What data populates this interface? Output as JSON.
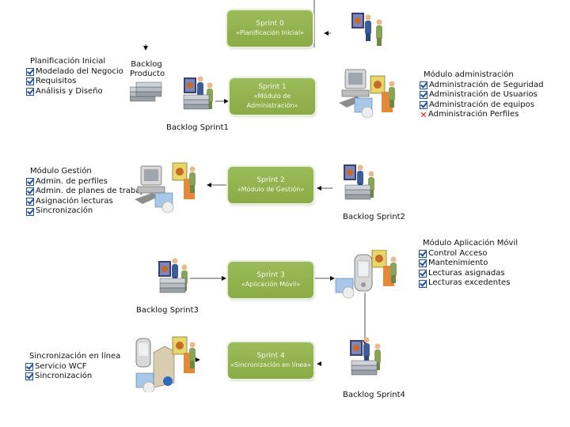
{
  "sprints": [
    {
      "title": "Sprint 0",
      "subtitle": "«Planificación Inicial»"
    },
    {
      "title": "Sprint 1",
      "subtitle": "«Módulo de Administración»"
    },
    {
      "title": "Sprint 2",
      "subtitle": "«Módulo de Gestión»"
    },
    {
      "title": "Sprint 3",
      "subtitle": "«Aplicación Móvil»"
    },
    {
      "title": "Sprint 4",
      "subtitle": "«Sincronización en línea»"
    }
  ],
  "modules": [
    {
      "title": "Planificación Inicial",
      "items": [
        {
          "label": "Modelado del Negocio",
          "done": true
        },
        {
          "label": "Requisitos",
          "done": true
        },
        {
          "label": "Análisis y Diseño",
          "done": true
        }
      ]
    },
    {
      "title": "Módulo administración",
      "items": [
        {
          "label": "Administración de Seguridad",
          "done": true
        },
        {
          "label": "Administración de Usuarios",
          "done": true
        },
        {
          "label": "Administración de equipos",
          "done": true
        },
        {
          "label": "Administración Perfiles",
          "done": false
        }
      ]
    },
    {
      "title": "Módulo Gestión",
      "items": [
        {
          "label": "Admin. de perfiles",
          "done": true
        },
        {
          "label": "Admin. de planes de trabajo",
          "done": true
        },
        {
          "label": "Asignación lecturas",
          "done": true
        },
        {
          "label": "Sincronización",
          "done": true
        }
      ]
    },
    {
      "title": "Módulo Aplicación Móvil",
      "items": [
        {
          "label": "Control Acceso",
          "done": true
        },
        {
          "label": "Mantenimiento",
          "done": true
        },
        {
          "label": "Lecturas asignadas",
          "done": true
        },
        {
          "label": "Lecturas excedentes",
          "done": true
        }
      ]
    },
    {
      "title": "Sincronización en línea",
      "items": [
        {
          "label": "Servicio WCF",
          "done": true
        },
        {
          "label": "Sincronización",
          "done": true
        }
      ]
    }
  ],
  "backlogs": {
    "product_line1": "Backlog",
    "product_line2": "Producto",
    "sprint1": "Backlog Sprint1",
    "sprint2": "Backlog Sprint2",
    "sprint3": "Backlog Sprint3",
    "sprint4": "Backlog Sprint4"
  },
  "colors": {
    "sprint_box": "#8fae4b",
    "check": "#1f4f9a",
    "cross": "#d9262a"
  },
  "icons": [
    "team-presentation-icon",
    "document-stack-icon",
    "workstation-presenter-icon",
    "mobile-device-presenter-icon",
    "server-sync-icon"
  ]
}
